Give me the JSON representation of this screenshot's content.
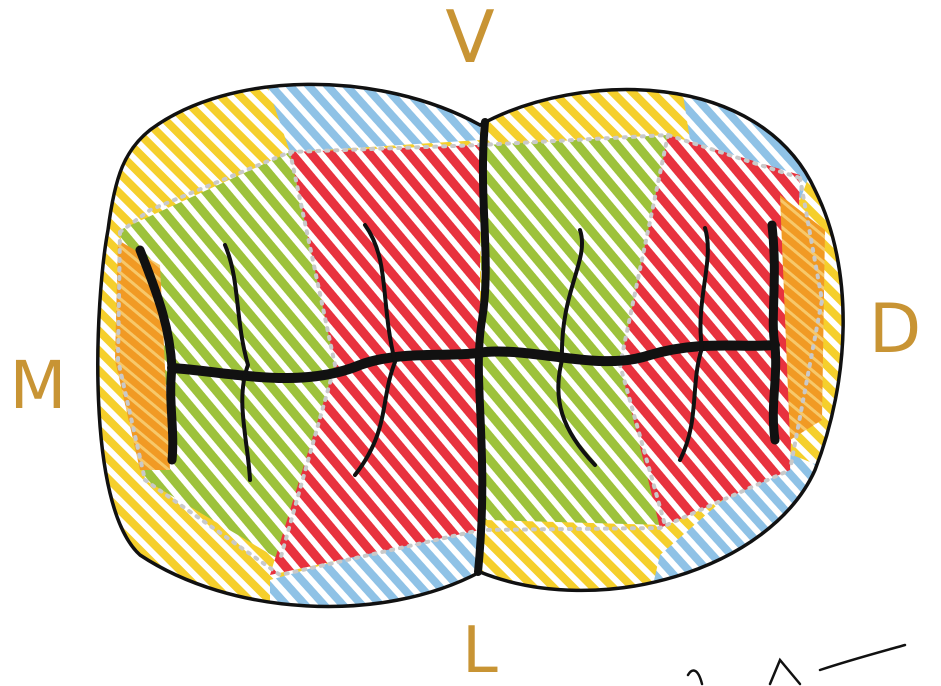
{
  "labels": {
    "top": "V",
    "bottom": "L",
    "left": "M",
    "right": "D"
  },
  "colors": {
    "outline": "#111111",
    "yellow": "#f5cf2c",
    "blue": "#8fc2e6",
    "red": "#e8323e",
    "green": "#9dc23b",
    "orange": "#f19a24",
    "label": "#c89434",
    "dots": "#c9c9c9"
  }
}
